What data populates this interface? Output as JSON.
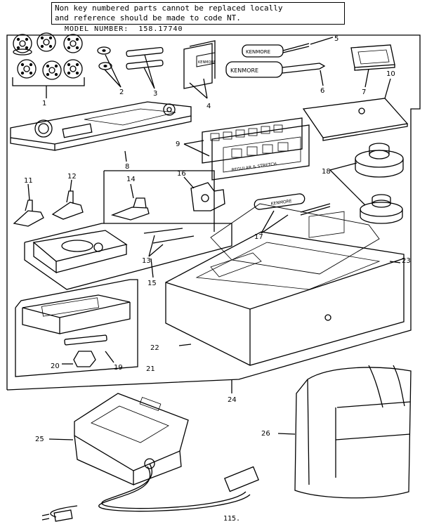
{
  "notice": {
    "line1": "Non key numbered parts cannot be replaced locally",
    "line2": "and reference should be made to code NT."
  },
  "model_label": "MODEL NUMBER:",
  "model_number": "158.17740",
  "page_number": "115.",
  "part_labels": [
    "1",
    "2",
    "3",
    "4",
    "5",
    "6",
    "7",
    "8",
    "9",
    "10",
    "11",
    "12",
    "13",
    "14",
    "15",
    "16",
    "17",
    "18",
    "19",
    "20",
    "21",
    "22",
    "23",
    "24",
    "25",
    "26"
  ],
  "imprints": {
    "kenmore": "KENMORE",
    "regular": "REGULAR & STRETCH"
  }
}
